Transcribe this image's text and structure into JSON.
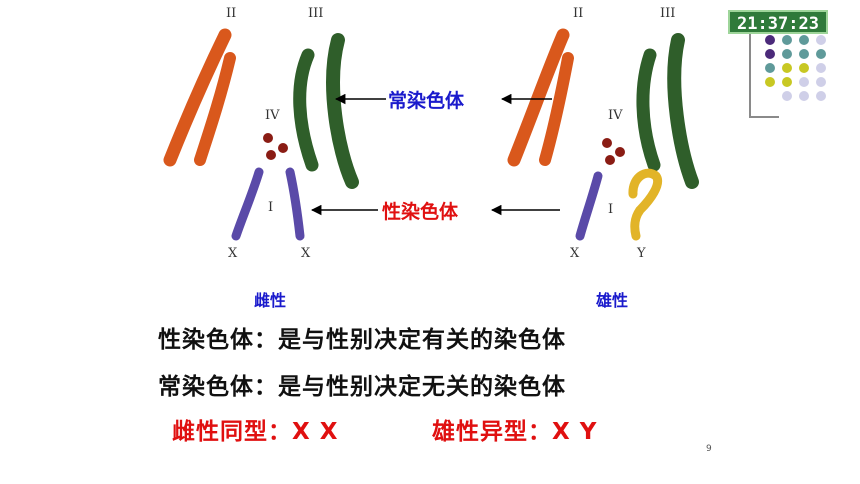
{
  "clock": {
    "time": "21:37:23"
  },
  "female": {
    "labels": {
      "ii": "II",
      "iii": "III",
      "iv": "IV",
      "i": "I",
      "x1": "X",
      "x2": "X"
    },
    "sex_label": "雌性"
  },
  "male": {
    "labels": {
      "ii": "II",
      "iii": "III",
      "iv": "IV",
      "i": "I",
      "x": "X",
      "y": "Y"
    },
    "sex_label": "雄性"
  },
  "callouts": {
    "autosome": "常染色体",
    "sex_chromosome": "性染色体"
  },
  "definitions": {
    "sex": "性染色体：是与性别决定有关的染色体",
    "autosome": "常染色体：是与性别决定无关的染色体"
  },
  "types": {
    "female": "雌性同型：X X",
    "male": "雄性异型：X Y"
  },
  "page_number": "9",
  "colors": {
    "chromosome_ii": "#d9581c",
    "chromosome_iii": "#2f5e2a",
    "chromosome_iv": "#8a1c14",
    "chromosome_x": "#5a4aa8",
    "chromosome_y": "#e2b428",
    "callout_autosome": "#1a1acc",
    "callout_sex": "#e01010",
    "dot_purple": "#4b2a7a",
    "dot_teal": "#5f9a9a",
    "dot_yellow": "#c8c823",
    "dot_lavender": "#cfcfe8"
  }
}
